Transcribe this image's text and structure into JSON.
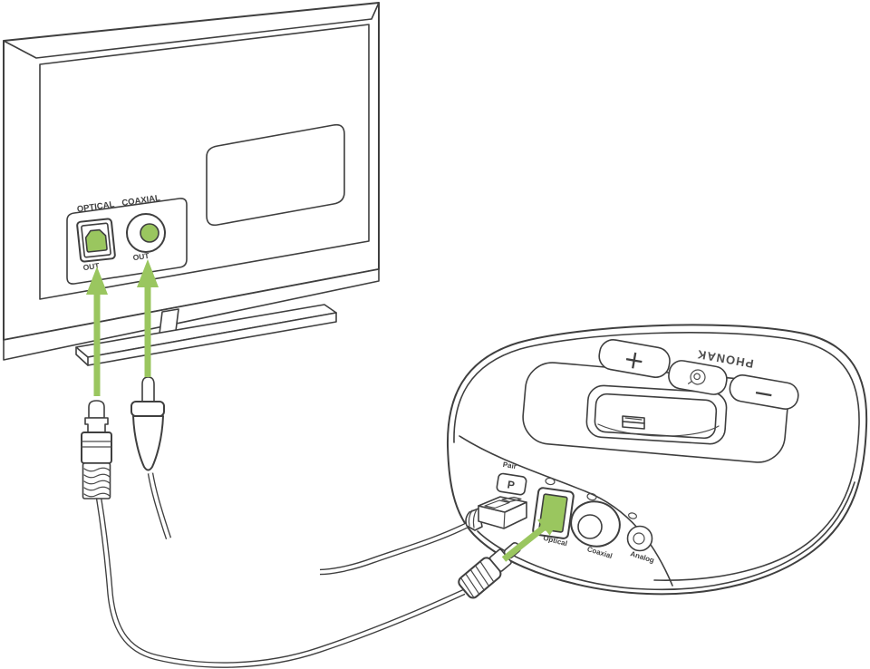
{
  "figure": {
    "type": "connection-diagram",
    "colors": {
      "accent_green": "#9AC65F",
      "line": "#3f3f3f"
    }
  },
  "tv": {
    "ports_panel": {
      "optical_label": "OPTICAL",
      "optical_out": "OUT",
      "coaxial_label": "COAXIAL",
      "coaxial_out": "OUT"
    }
  },
  "device": {
    "brand": "PHONAK",
    "buttons": {
      "volume_up": "+",
      "volume_down": "−"
    },
    "pair": {
      "label": "Pair",
      "button": "P"
    },
    "ports": {
      "optical": "Optical",
      "coaxial": "Coaxial",
      "analog": "Analog"
    }
  }
}
